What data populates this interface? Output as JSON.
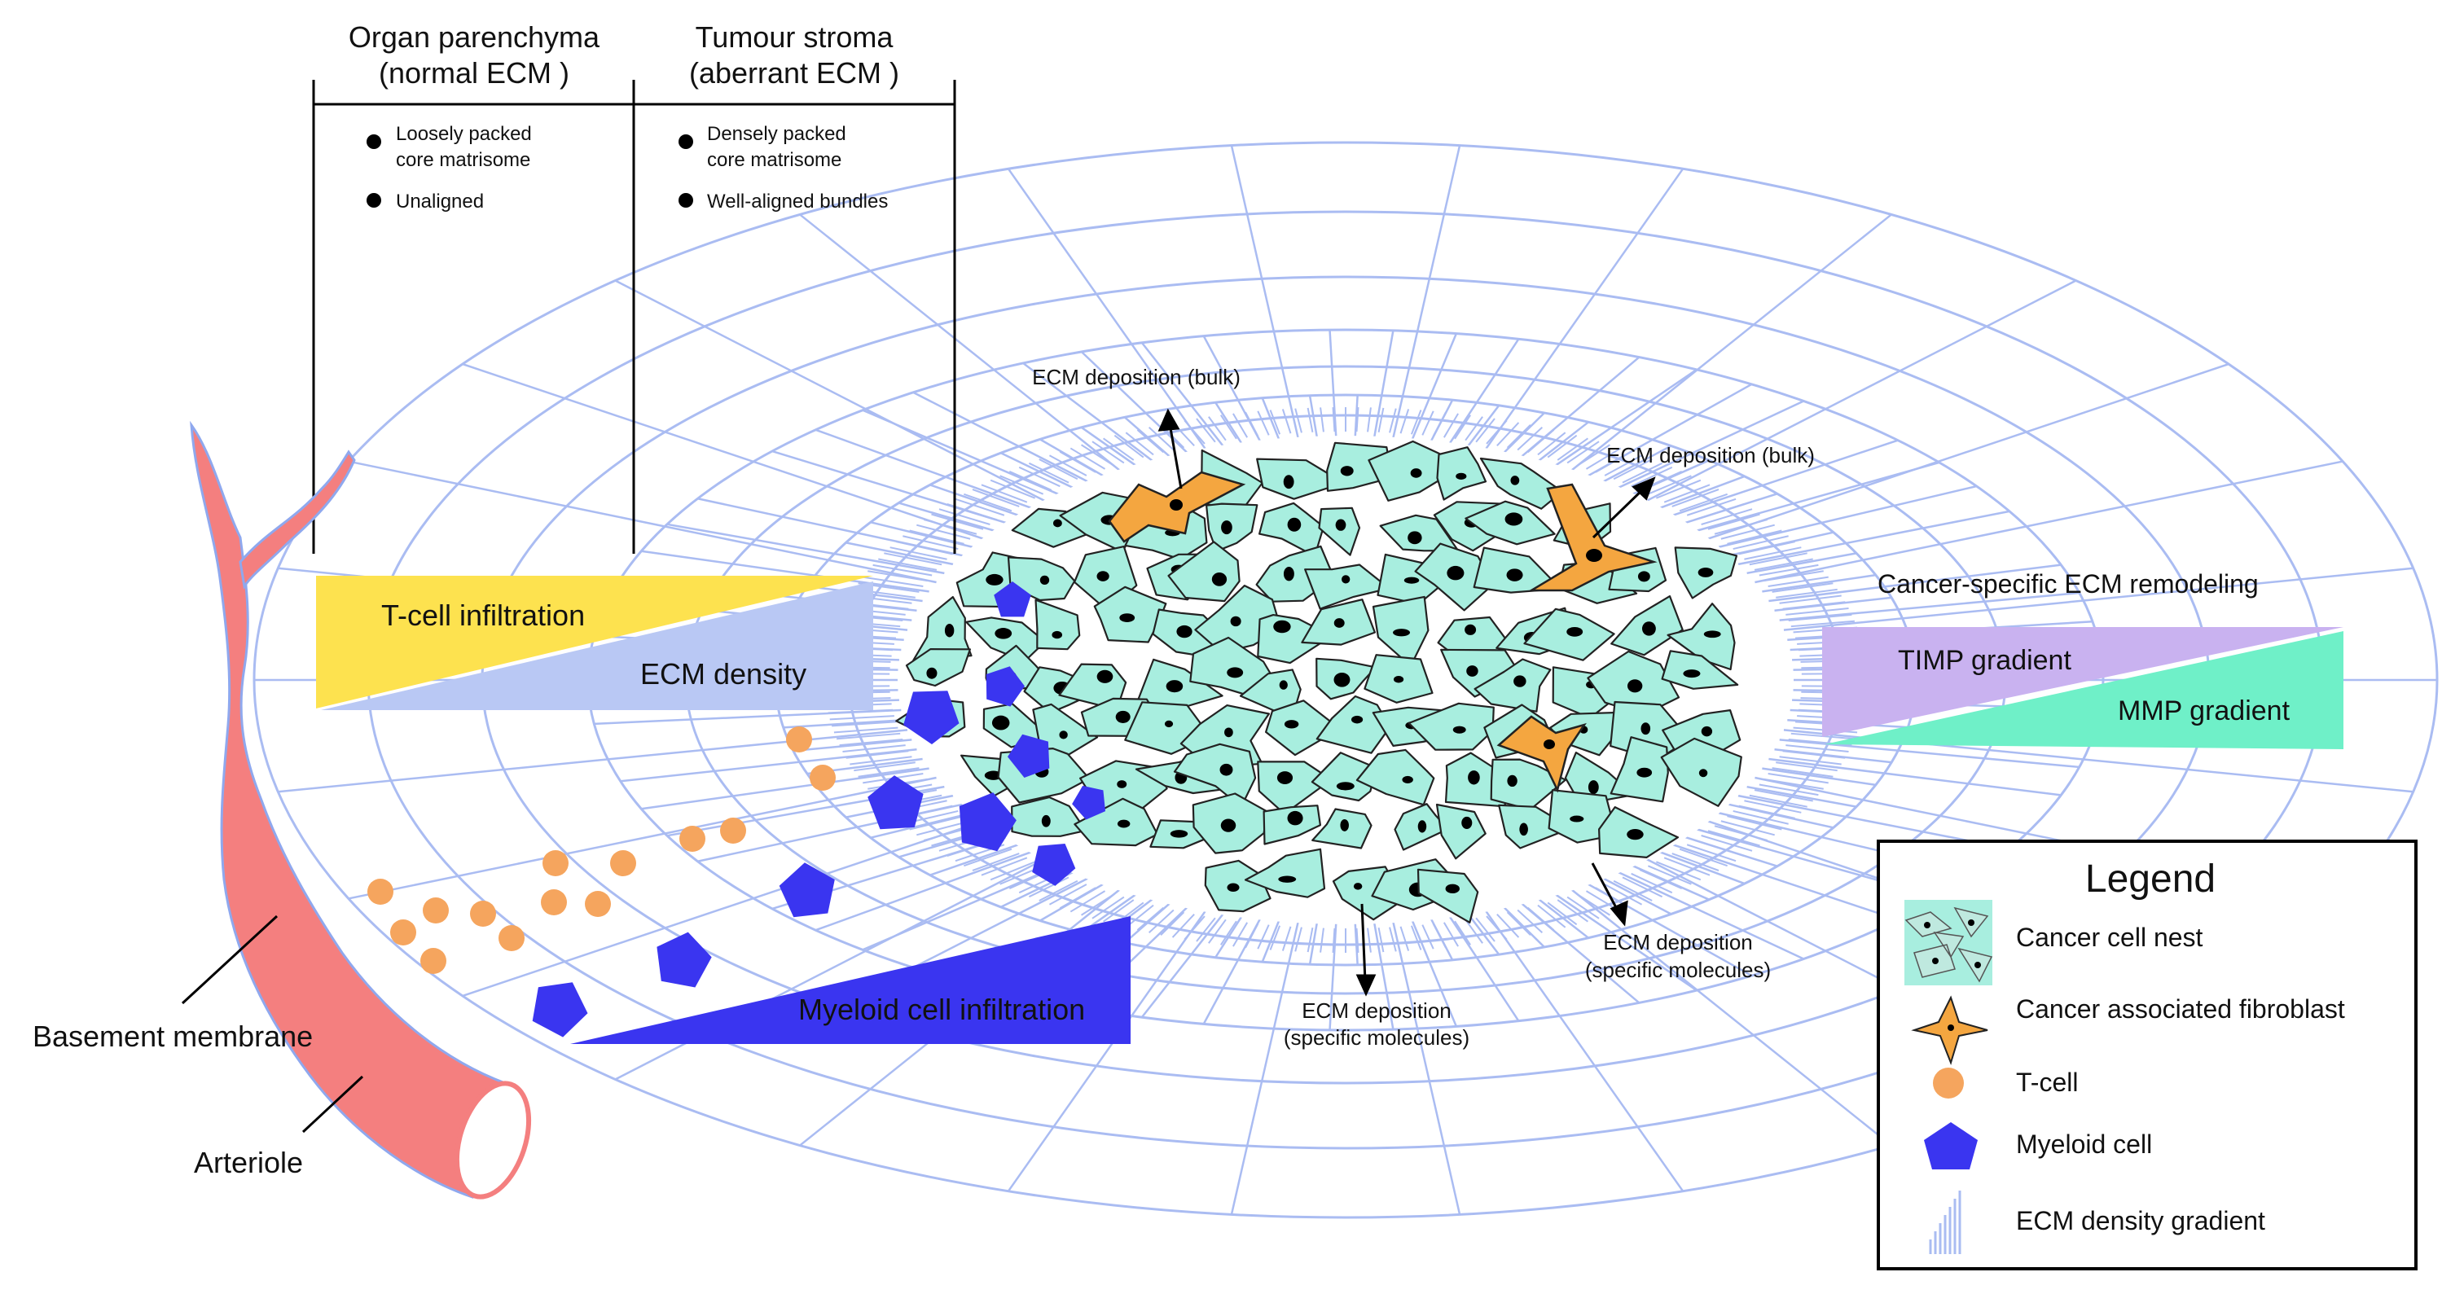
{
  "header": {
    "col1": {
      "line1": "Organ parenchyma",
      "line2": "(normal ECM )"
    },
    "col2": {
      "line1": "Tumour stroma",
      "line2": "(aberrant ECM )"
    },
    "col1_bullets": [
      {
        "line1": "Loosely packed",
        "line2": "core matrisome"
      },
      {
        "line1": "Unaligned",
        "line2": ""
      }
    ],
    "col2_bullets": [
      {
        "line1": "Densely packed",
        "line2": "core matrisome"
      },
      {
        "line1": "Well-aligned bundles",
        "line2": ""
      }
    ]
  },
  "wedges": {
    "tcell": "T-cell infiltration",
    "ecm_density": "ECM density",
    "myeloid": "Myeloid cell infiltration",
    "remodeling_title": "Cancer-specific ECM remodeling",
    "timp": "TIMP gradient",
    "mmp": "MMP gradient"
  },
  "annotations": {
    "bulk_top": "ECM deposition (bulk)",
    "bulk_right": "ECM deposition (bulk)",
    "specific_bottom": {
      "line1": "ECM deposition",
      "line2": "(specific molecules)"
    },
    "specific_right": {
      "line1": "ECM deposition",
      "line2": "(specific molecules)"
    },
    "basement_membrane": "Basement membrane",
    "arteriole": "Arteriole"
  },
  "legend": {
    "title": "Legend",
    "items": [
      {
        "label": "Cancer cell nest",
        "icon": "cancer-cell-nest-icon"
      },
      {
        "label": "Cancer associated fibroblast",
        "icon": "fibroblast-icon"
      },
      {
        "label": "T-cell",
        "icon": "t-cell-icon"
      },
      {
        "label": "Myeloid cell",
        "icon": "myeloid-cell-icon"
      },
      {
        "label": "ECM density gradient",
        "icon": "ecm-gradient-icon"
      }
    ]
  },
  "colors": {
    "ecm_lines": "#aabcf2",
    "tcell": "#f5a55e",
    "myeloid": "#3a35f0",
    "cancer_cell": "#a8eedf",
    "fibroblast": "#f4a640",
    "arteriole": "#f47f7f",
    "tcell_wedge": "#fde24f",
    "ecm_wedge": "#b9c8f4",
    "timp": "#c9b2f0",
    "mmp": "#6ff0c8"
  }
}
